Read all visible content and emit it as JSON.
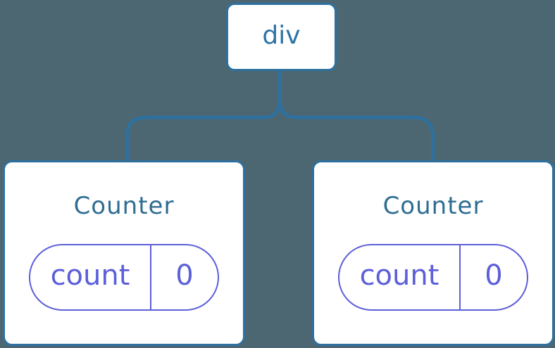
{
  "diagram": {
    "description": "Component tree: a div parent with two Counter children, each holding state count = 0",
    "root_node": {
      "label": "div"
    },
    "children": [
      {
        "title": "Counter",
        "state_pill": {
          "name": "count",
          "value": "0"
        }
      },
      {
        "title": "Counter",
        "state_pill": {
          "name": "count",
          "value": "0"
        }
      }
    ]
  },
  "colors": {
    "canvas_background": "#4c6772",
    "connector_and_node_border": "#2e709f",
    "root_label_text": "#2f74a6",
    "component_title_text": "#2f6d92",
    "state_accent": "#5c5fd9",
    "node_background": "#ffffff"
  }
}
